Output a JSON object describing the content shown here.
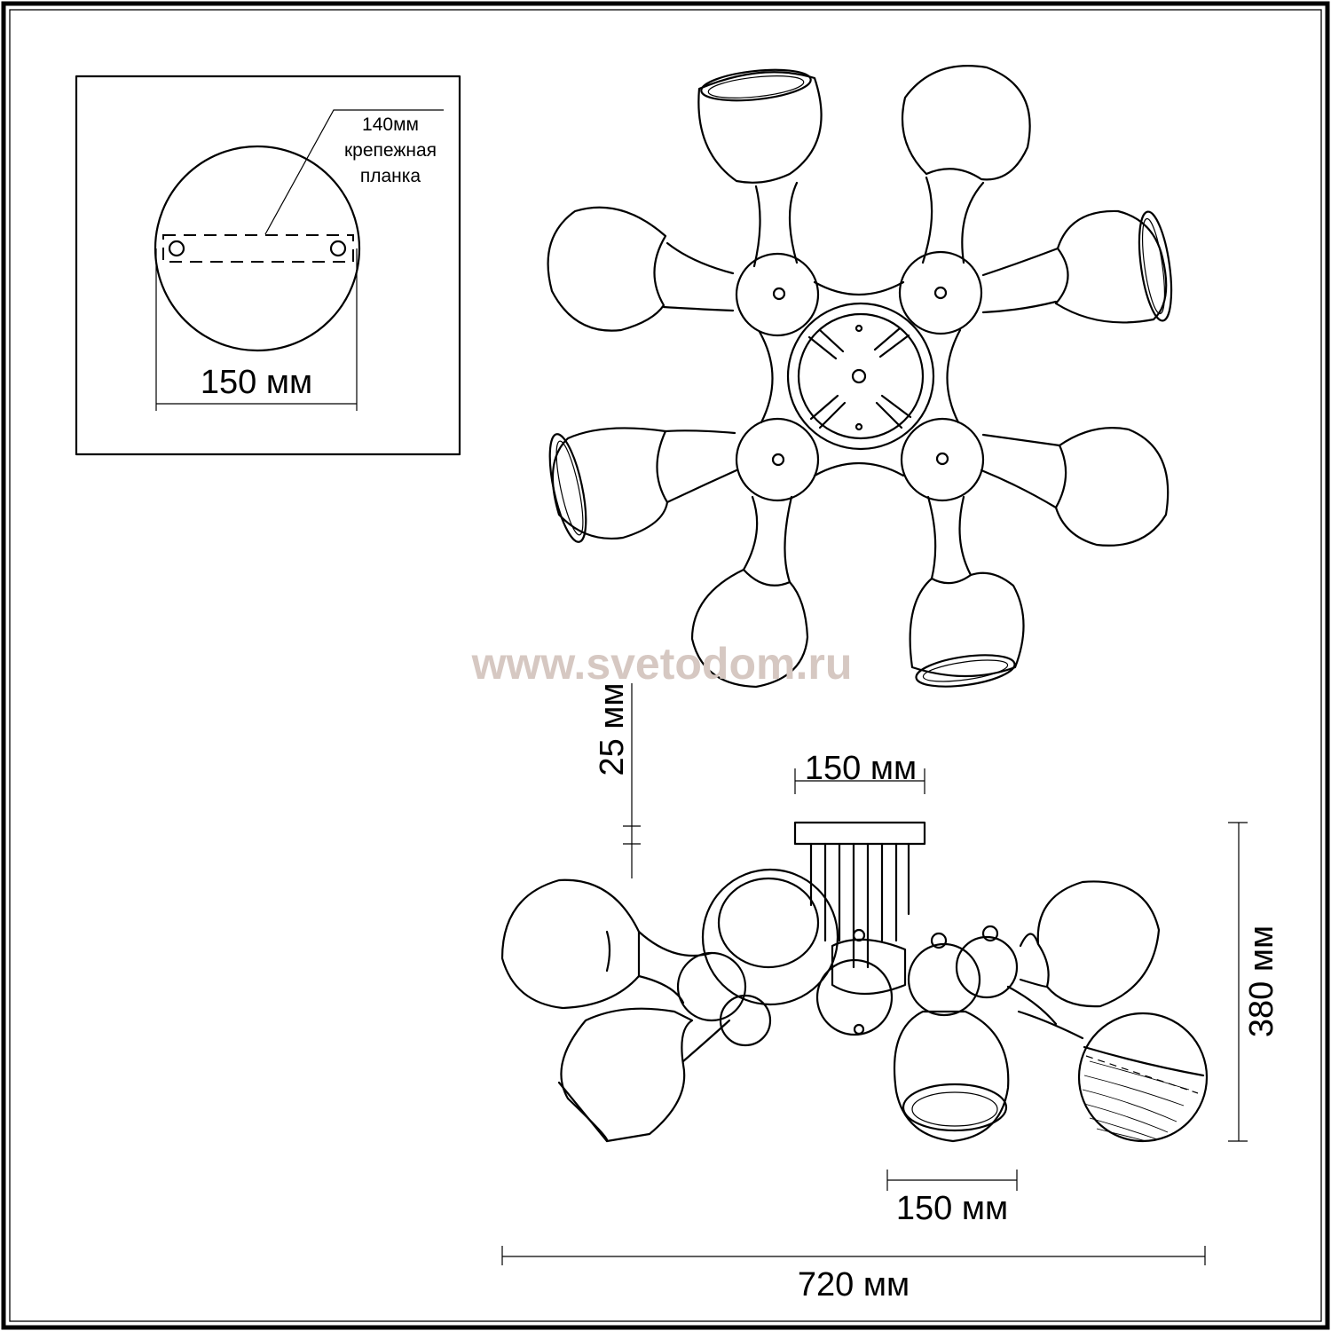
{
  "watermark": "www.svetodom.ru",
  "mount_plate": {
    "bar_label_line1": "140мм",
    "bar_label_line2": "крепежная",
    "bar_label_line3": "планка",
    "diameter_label": "150 мм"
  },
  "dimensions": {
    "gap_top": "25 мм",
    "canopy_width": "150 мм",
    "height": "380 мм",
    "drop_width": "150 мм",
    "total_width": "720 мм"
  }
}
